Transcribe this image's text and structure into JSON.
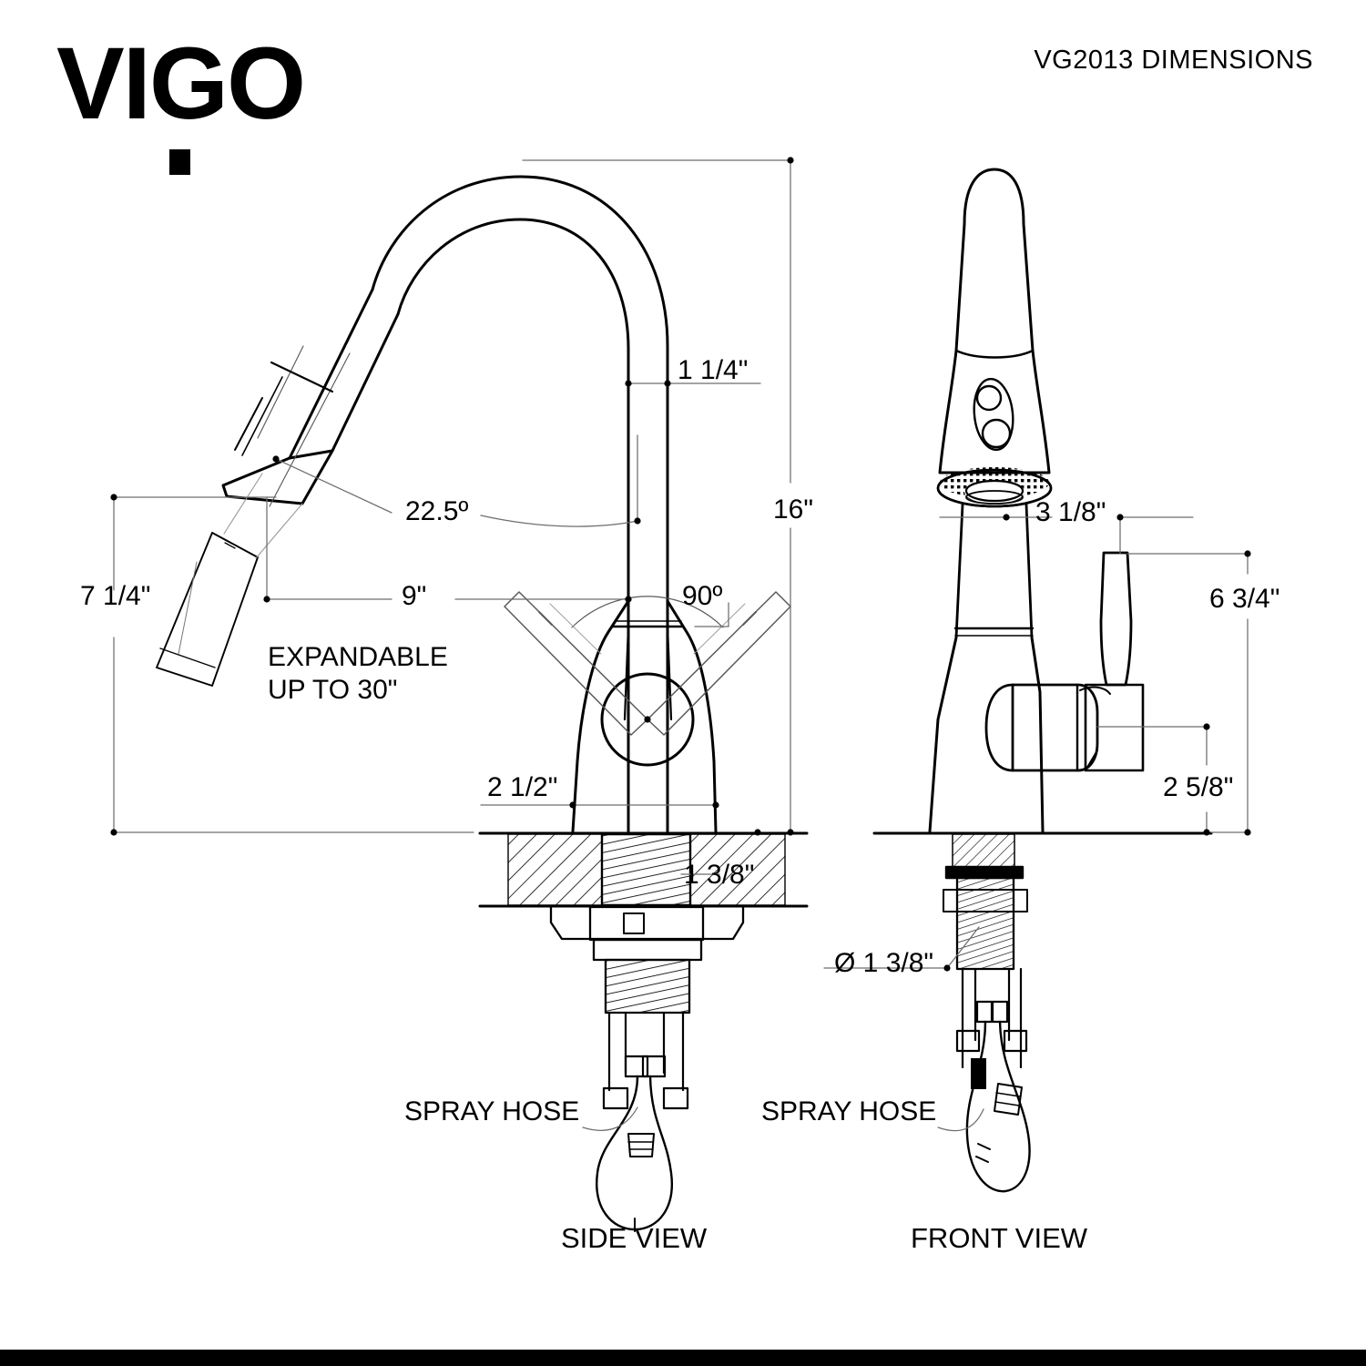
{
  "sheet": {
    "brand": "VIGO",
    "title": "VG2013 DIMENSIONS",
    "background_color": "#ffffff",
    "line_color": "#000000",
    "dim_line_color": "#808080"
  },
  "views": [
    {
      "id": "side",
      "caption": "SIDE VIEW"
    },
    {
      "id": "front",
      "caption": "FRONT VIEW"
    }
  ],
  "dimensions": {
    "spray_head_height": "7 1/4\"",
    "spout_angle": "22.5º",
    "spout_reach": "9\"",
    "spout_tube_dia": "1 1/4\"",
    "overall_height": "16\"",
    "handle_swing_angle": "90º",
    "base_width": "2 1/2\"",
    "deck_thickness": "1 3/8\"",
    "mount_hole_dia": "Ø 1 3/8\"",
    "spray_head_width": "3 1/8\"",
    "handle_height": "6 3/4\"",
    "handle_body_height": "2 5/8\""
  },
  "notes": {
    "expandable_line1": "EXPANDABLE",
    "expandable_line2": "UP TO 30\"",
    "spray_hose_side": "SPRAY HOSE",
    "spray_hose_front": "SPRAY HOSE"
  }
}
